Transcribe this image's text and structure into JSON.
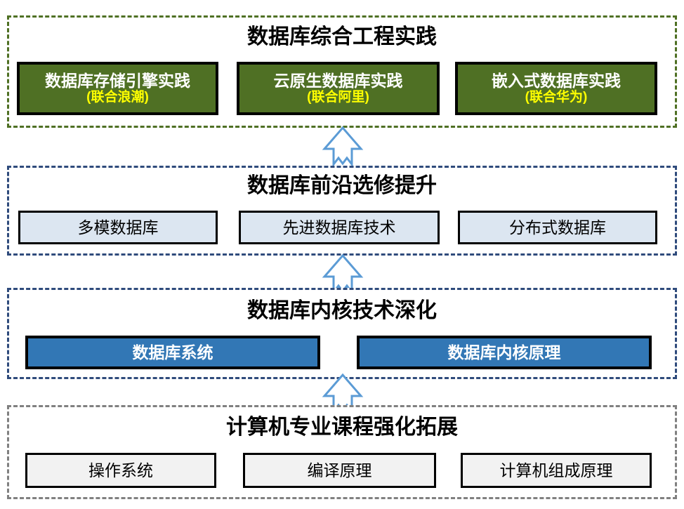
{
  "diagram": {
    "type": "layered-pyramid-flow",
    "direction": "bottom-to-top",
    "colors": {
      "green_fill": "#4F7024",
      "green_border": "#4F7024",
      "yellow_text": "#FFFF00",
      "navy_dash": "#2F4B7C",
      "gray_dash": "#808080",
      "light_blue_fill": "#DCE6F1",
      "blue_fill": "#3277B5",
      "gray_fill": "#F2F2F2",
      "arrow_stroke": "#5B9BD5"
    }
  },
  "levels": [
    {
      "id": "level-4-practice",
      "title": "数据库综合工程实践",
      "style": "green",
      "items": [
        {
          "line1": "数据库存储引擎实践",
          "line2": "(联合浪潮)"
        },
        {
          "line1": "云原生数据库实践",
          "line2": "(联合阿里)"
        },
        {
          "line1": "嵌入式数据库实践",
          "line2": "(联合华为)"
        }
      ]
    },
    {
      "id": "level-3-elective",
      "title": "数据库前沿选修提升",
      "style": "light-blue",
      "items": [
        {
          "line1": "多模数据库"
        },
        {
          "line1": "先进数据库技术"
        },
        {
          "line1": "分布式数据库"
        }
      ]
    },
    {
      "id": "level-2-kernel",
      "title": "数据库内核技术深化",
      "style": "blue",
      "items": [
        {
          "line1": "数据库系统"
        },
        {
          "line1": "数据库内核原理"
        }
      ]
    },
    {
      "id": "level-1-foundation",
      "title": "计算机专业课程强化拓展",
      "style": "gray",
      "items": [
        {
          "line1": "操作系统"
        },
        {
          "line1": "编译原理"
        },
        {
          "line1": "计算机组成原理"
        }
      ]
    }
  ],
  "arrows": [
    {
      "name": "arrow-foundation-to-kernel",
      "direction": "up"
    },
    {
      "name": "arrow-kernel-to-elective",
      "direction": "up"
    },
    {
      "name": "arrow-elective-to-practice",
      "direction": "up"
    }
  ]
}
